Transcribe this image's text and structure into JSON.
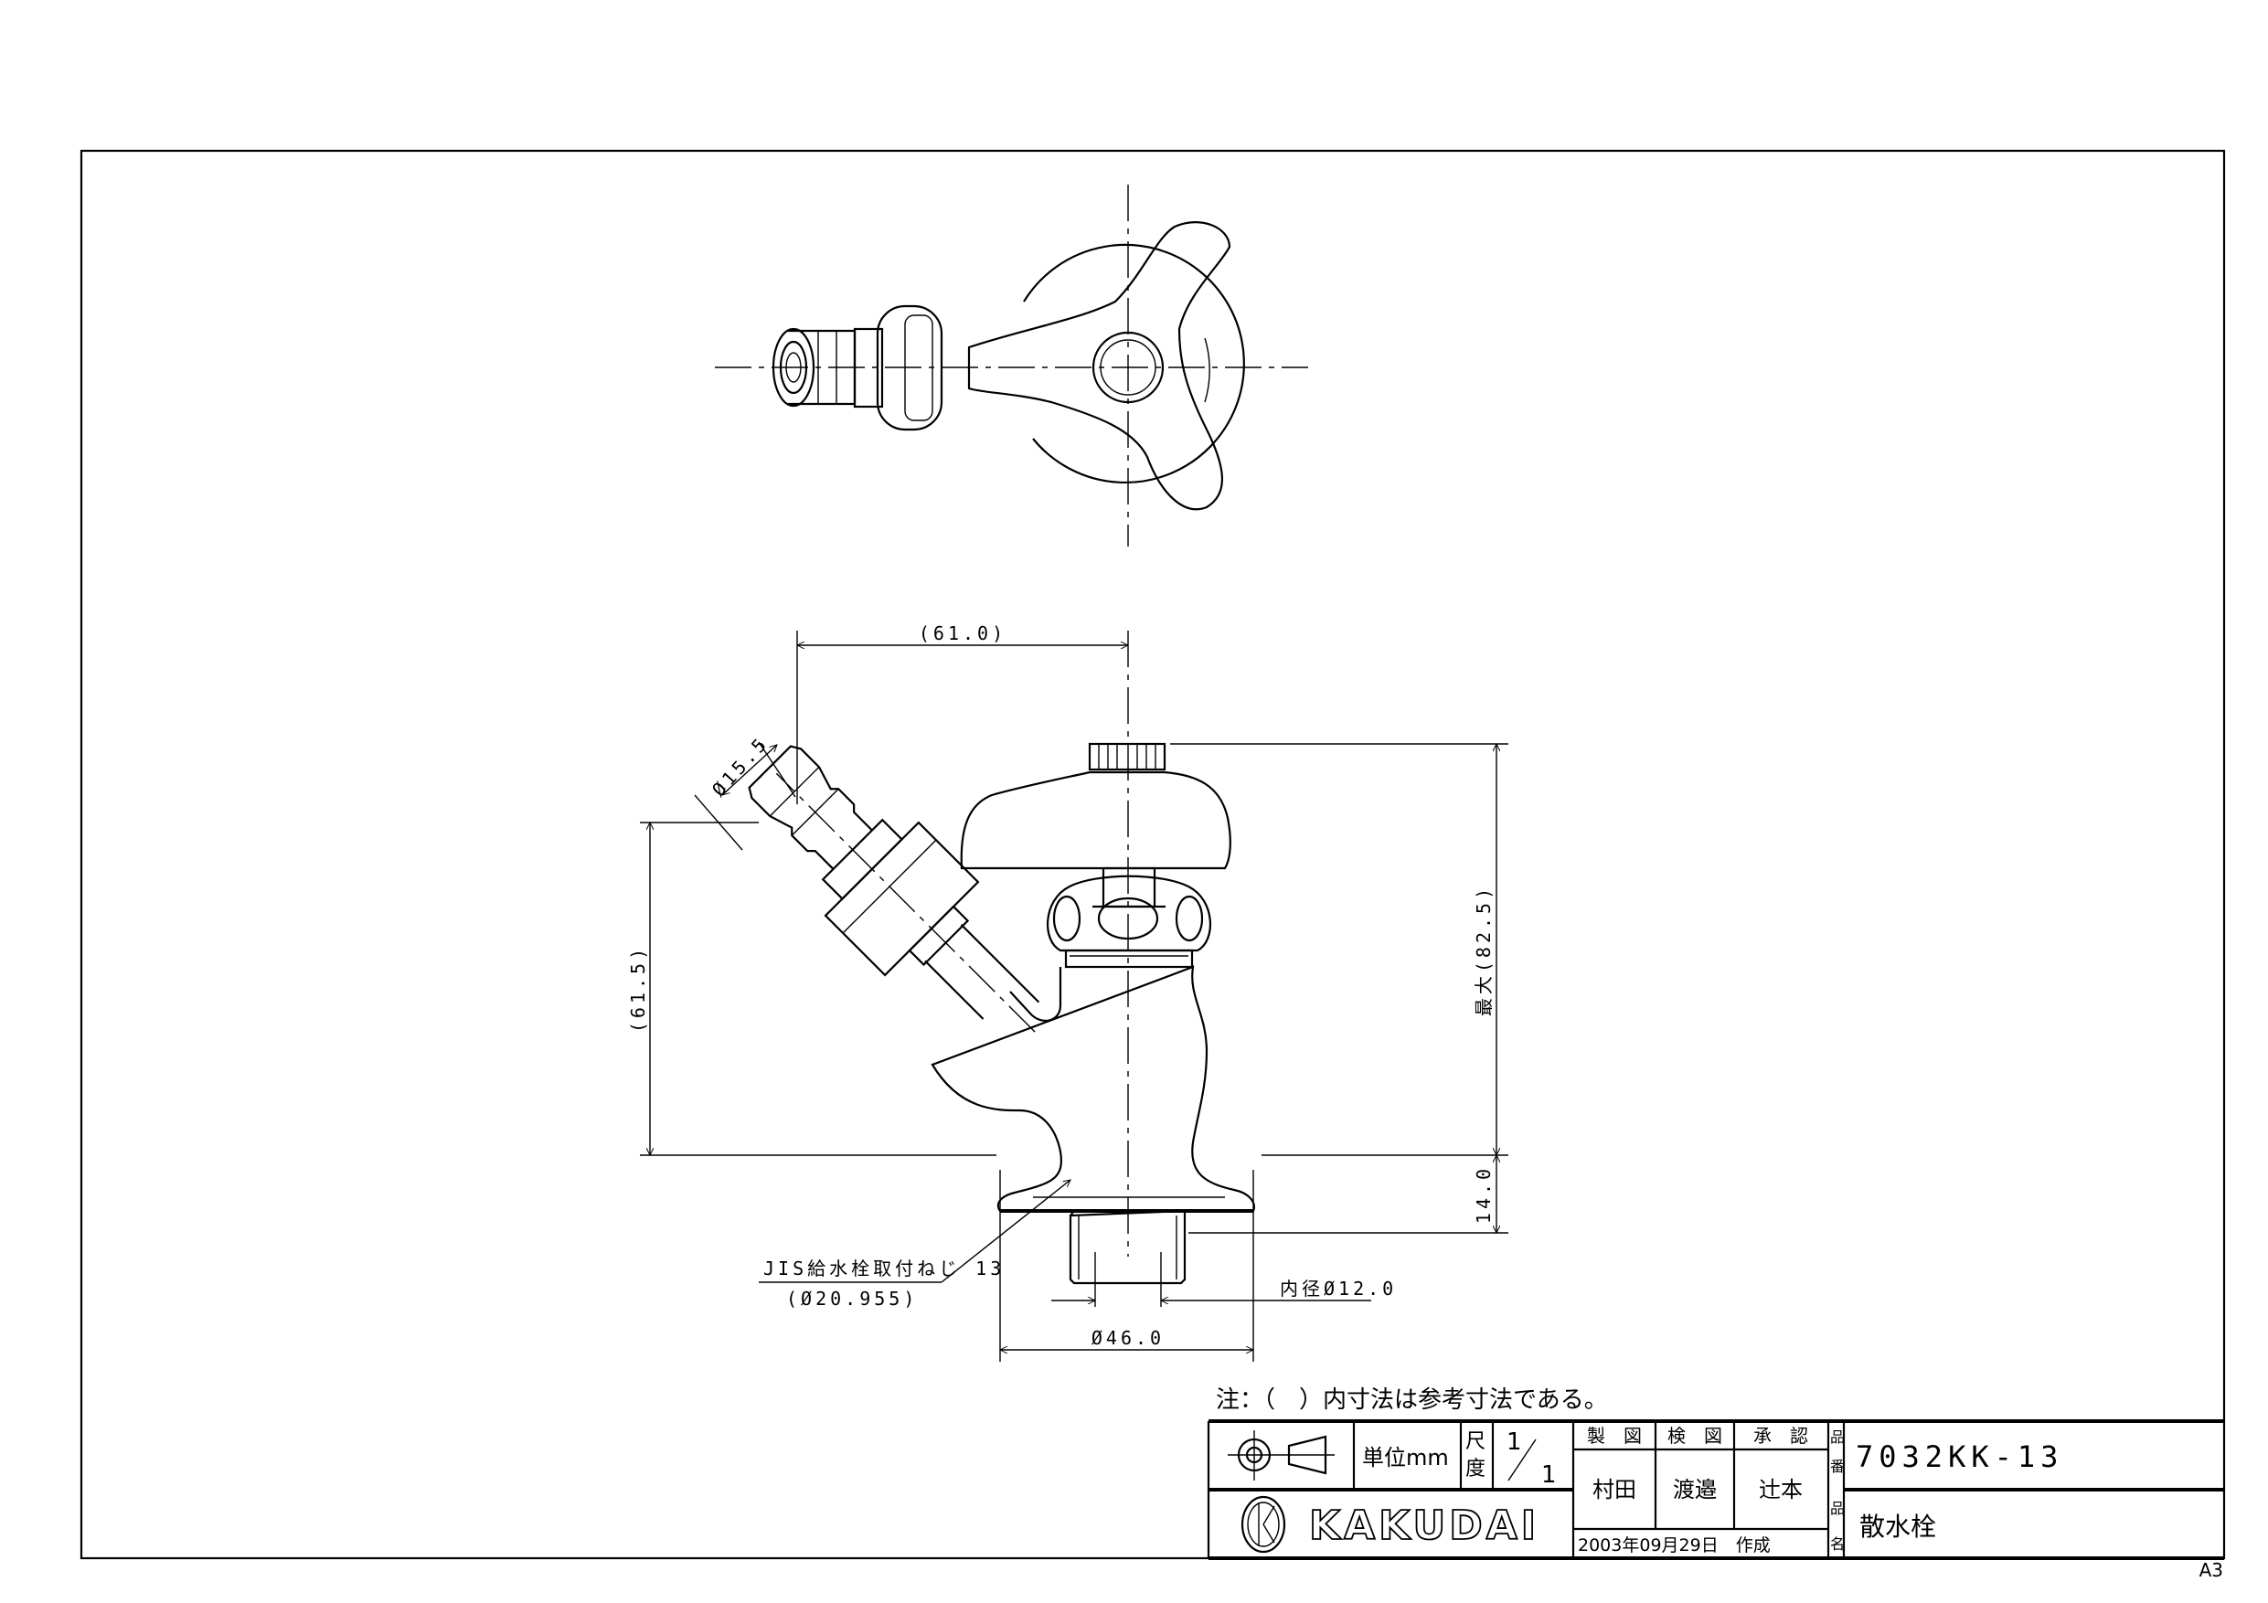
{
  "sheet_size": "A3",
  "note": "注：（　）内寸法は参考寸法である。",
  "dimensions": {
    "horizontal_outlet": "(61.0)",
    "outlet_height": "(61.5)",
    "max_height": "最大(82.5)",
    "thread_length": "14.0",
    "hose_diameter": "Ø15.5",
    "inner_diameter": "内径Ø12.0",
    "flange_diameter": "Ø46.0",
    "thread_label": "JIS給水栓取付ねじ 13",
    "thread_diameter": "(Ø20.955)"
  },
  "title_block": {
    "unit_label": "単位mm",
    "scale_label_1": "尺",
    "scale_label_2": "度",
    "scale_num": "1",
    "scale_den": "1",
    "drawn_label": "製　図",
    "checked_label": "検　図",
    "approved_label": "承　認",
    "drawn_by": "村田",
    "checked_by": "渡邉",
    "approved_by": "辻本",
    "date": "2003年09月29日　作成",
    "part_no_label_1": "品",
    "part_no_label_2": "番",
    "part_no": "7032KK-13",
    "name_label_1": "品",
    "name_label_2": "名",
    "product_name": "散水栓",
    "company": "KAKUDAI"
  }
}
